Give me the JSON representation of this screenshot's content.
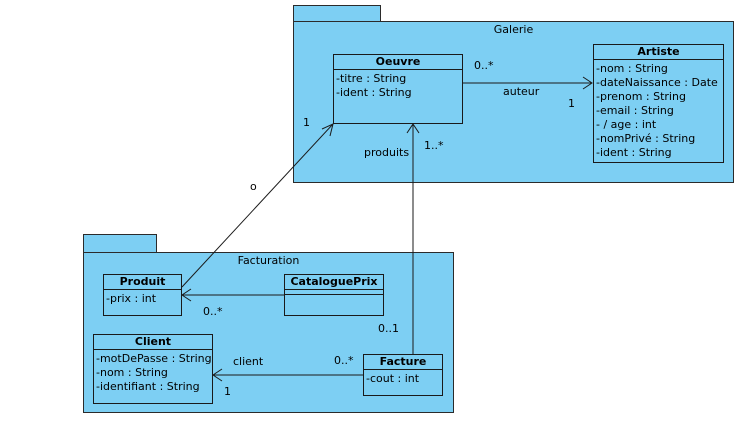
{
  "packages": {
    "galerie": {
      "name": "Galerie"
    },
    "facturation": {
      "name": "Facturation"
    }
  },
  "classes": {
    "oeuvre": {
      "name": "Oeuvre",
      "attributes": [
        "-titre : String",
        "-ident : String"
      ]
    },
    "artiste": {
      "name": "Artiste",
      "attributes": [
        "-nom : String",
        "-dateNaissance : Date",
        "-prenom : String",
        "-email : String",
        "- / age : int",
        "-nomPrivé : String",
        "-ident : String"
      ]
    },
    "produit": {
      "name": "Produit",
      "attributes": [
        "-prix : int"
      ]
    },
    "catalogue": {
      "name": "CataloguePrix",
      "attributes": []
    },
    "client": {
      "name": "Client",
      "attributes": [
        "-motDePasse : String",
        "-nom : String",
        "-identifiant : String"
      ]
    },
    "facture": {
      "name": "Facture",
      "attributes": [
        "-cout : int"
      ]
    }
  },
  "associations": {
    "oeuvre_artiste": {
      "role": "auteur",
      "source_mult": "0..*",
      "target_mult": "1"
    },
    "produit_oeuvre": {
      "label": "o",
      "oeuvre_mult": "1"
    },
    "facture_oeuvre": {
      "role": "produits",
      "oeuvre_mult": "1..*",
      "facture_mult": "0..1"
    },
    "catalogue_produit": {
      "produit_mult": "0..*"
    },
    "facture_client": {
      "role": "client",
      "facture_mult": "0..*",
      "client_mult": "1"
    }
  },
  "colors": {
    "fill": "#7dcff3",
    "line": "#1a1a1a"
  }
}
